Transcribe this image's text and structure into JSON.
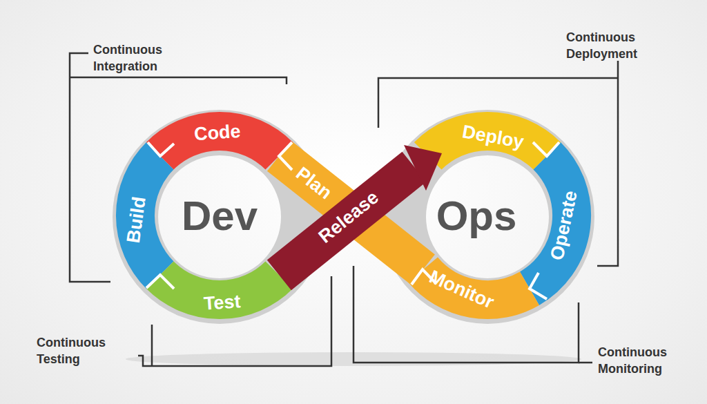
{
  "diagram": {
    "nodes": [
      {
        "text": [
          "Code"
        ]
      },
      {
        "text": [
          "Plan"
        ]
      },
      {
        "text": [
          "Build"
        ]
      },
      {
        "text": [
          "Test"
        ]
      },
      {
        "text": [
          "Release"
        ]
      },
      {
        "text": [
          "Deploy"
        ]
      },
      {
        "text": [
          "Operate"
        ]
      },
      {
        "text": [
          "Monitor"
        ]
      }
    ],
    "labels": [
      "Dev",
      "Ops",
      "Continuous Integration",
      "Continuous Deployment",
      "Continuous Testing",
      "Continuous Monitoring"
    ]
  }
}
